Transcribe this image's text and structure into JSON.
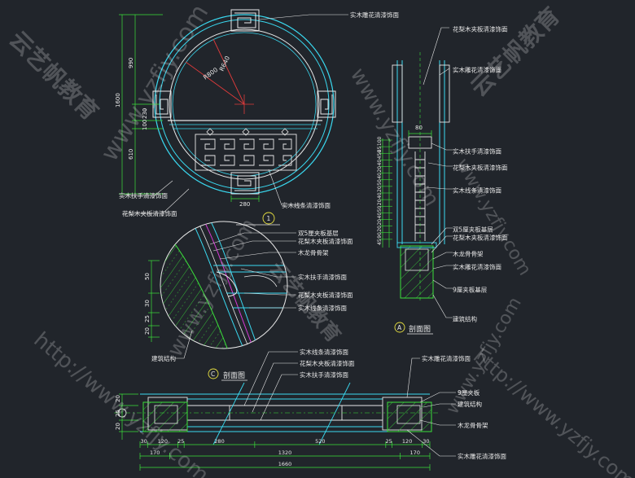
{
  "watermark": {
    "domain_text": "www.yzfjy.com",
    "url_text": "http://www.yzfjy.com",
    "brand_cn": "云艺帆教育"
  },
  "front_view": {
    "callouts": {
      "top_right": "实木雕花清漆饰面",
      "left_lower_1": "实木扶手清漆饰面",
      "left_lower_2": "花梨木夹板清漆饰面",
      "bottom": "实木线条清漆饰面"
    },
    "dims_left": [
      "1600",
      "990",
      "230",
      "100",
      "610"
    ],
    "dim_bottom": "280",
    "radius_labels": [
      "R640",
      "R800"
    ],
    "section_mark": "1"
  },
  "side_section": {
    "callouts": [
      "花梨木夹板清漆饰面",
      "实木雕花清漆饰面",
      "实木扶手清漆饰面",
      "花梨木夹板清漆饰面",
      "实木线条清漆饰面",
      "双5厘夹板基层",
      "花梨木夹板清漆饰面",
      "木龙骨骨架",
      "实木雕花清漆饰面",
      "9厘夹板基层",
      "建筑结构"
    ],
    "dim_top": "80",
    "dims_vertical": [
      "100",
      "45",
      "450",
      "40",
      "20",
      "40",
      "50",
      "20",
      "40",
      "20",
      "50",
      "40",
      "20",
      "20",
      "90",
      "45"
    ],
    "section_mark": "A",
    "section_title": "剖面图"
  },
  "detail": {
    "callouts": [
      "双5厘夹板基层",
      "花梨木夹板清漆饰面",
      "木龙骨骨架",
      "实木扶手清漆饰面",
      "花梨木夹板清漆饰面",
      "实木线条清漆饰面",
      "建筑结构"
    ],
    "dims": [
      "50",
      "30",
      "25",
      "20"
    ],
    "section_mark": "C",
    "section_title": "剖面图"
  },
  "plan": {
    "callouts_left": [
      "实木线条清漆饰面",
      "花梨木夹板清漆饰面",
      "实木扶手清漆饰面"
    ],
    "callouts_right": [
      "实木雕花清漆饰面",
      "9厘夹板",
      "建筑结构",
      "木龙骨骨架",
      "实木雕花清漆饰面"
    ],
    "dims_left": [
      "20",
      "25",
      "20"
    ],
    "dims_row1": [
      "30",
      "120",
      "25",
      "280",
      "520",
      "25",
      "120",
      "30"
    ],
    "dims_row2": [
      "170",
      "1320",
      "170"
    ],
    "dims_row3": [
      "1660"
    ]
  },
  "colors": {
    "background": "#21252b",
    "cyan": "#3ad9f0",
    "green": "#3be03b",
    "magenta": "#d63bd6",
    "red": "#e03b3b",
    "white": "#e8e8e8",
    "yellow": "#e8e040"
  }
}
